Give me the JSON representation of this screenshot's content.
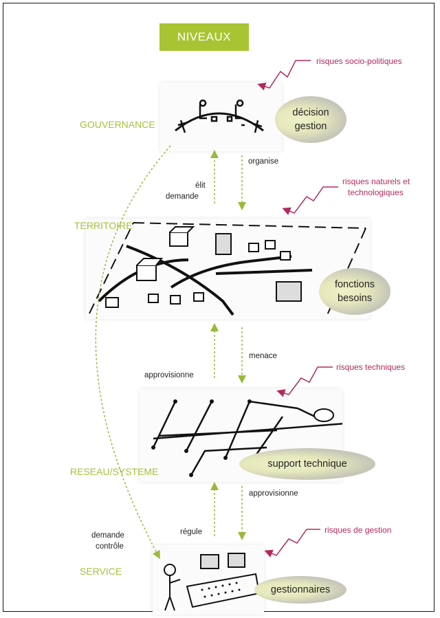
{
  "title": "NIVEAUX",
  "levels": {
    "gouvernance": "GOUVERNANCE",
    "territoire": "TERRITOIRE",
    "reseau": "RESEAU/SYSTEME",
    "service": "SERVICE"
  },
  "risks": {
    "socio": "risques socio-politiques",
    "naturels_line1": "risques naturels et",
    "naturels_line2": "technologiques",
    "techniques": "risques techniques",
    "gestion": "risques de gestion"
  },
  "ellipses": {
    "gouvernance_line1": "décision",
    "gouvernance_line2": "gestion",
    "territoire_line1": "fonctions",
    "territoire_line2": "besoins",
    "reseau": "support technique",
    "service": "gestionnaires"
  },
  "relations": {
    "organise": "organise",
    "elit": "élit",
    "demande": "demande",
    "menace": "menace",
    "approvisionne_left": "approvisionne",
    "approvisionne_right": "approvisionne",
    "regule": "régule",
    "demande_controle_line1": "demande",
    "demande_controle_line2": "contrôle"
  },
  "colors": {
    "accent_green": "#a7c532",
    "risk_red": "#b3295d",
    "arrow_green": "#9ab83a"
  }
}
